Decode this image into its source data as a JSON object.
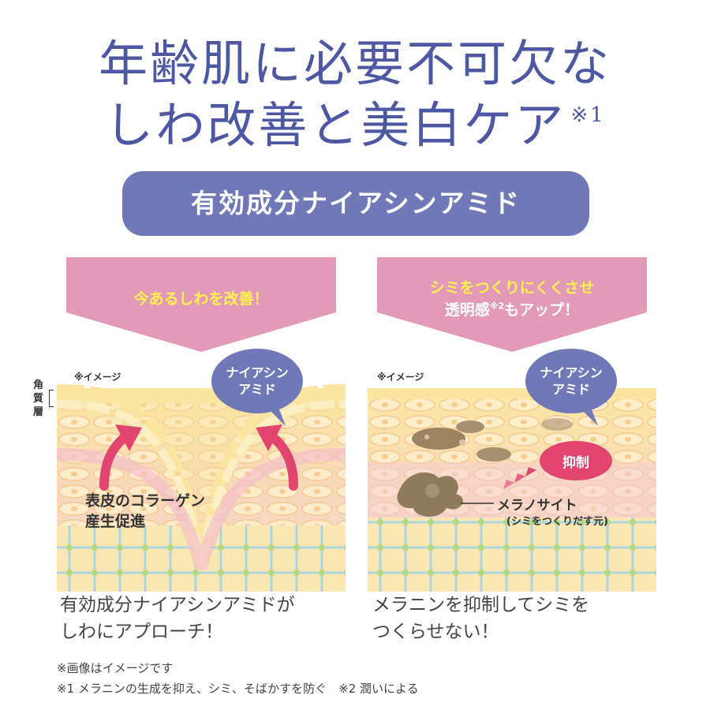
{
  "headline": {
    "line1": "年齢肌に必要不可欠な",
    "line2": "しわ改善と美白ケア",
    "note_mark": "※1"
  },
  "banner": {
    "label": "有効成分ナイアシンアミド"
  },
  "left_panel": {
    "heading": "今あるしわを改善！",
    "image_note": "※イメージ",
    "stratum_label": "角\n質\n層",
    "stratum_label_lines": [
      "角",
      "質",
      "層"
    ],
    "bubble_lines": [
      "ナイアシン",
      "アミド"
    ],
    "effect_lines": [
      "表皮のコラーゲン",
      "産生促進"
    ],
    "caption_lines": [
      "有効成分ナイアシンアミドが",
      "しわにアプローチ！"
    ]
  },
  "right_panel": {
    "heading_line1": "シミをつくりにくくさせ",
    "heading_line2_main": "透明感",
    "heading_line2_mark": "※2",
    "heading_line2_tail": "もアップ！",
    "image_note": "※イメージ",
    "bubble_lines": [
      "ナイアシン",
      "アミド"
    ],
    "inhibit_label": "抑制",
    "melanocyte_label": "メラノサイト",
    "melanocyte_sub": "(シミをつくりだす元)",
    "caption_lines": [
      "メラニンを抑制してシミを",
      "つくらせない！"
    ]
  },
  "footnotes": {
    "line1": "※画像はイメージです",
    "line2": "※1 メラニンの生成を抑え、シミ、そばかすを防ぐ　※2 潤いによる"
  },
  "colors": {
    "headline": "#4e57a3",
    "banner": "#7078b8",
    "arrow_panel": "#e29ab8",
    "heading_yellow": "#fff24a",
    "bubble": "#7078b8",
    "inhibit": "#e0446f",
    "arrow_pink": "#e0446f"
  }
}
